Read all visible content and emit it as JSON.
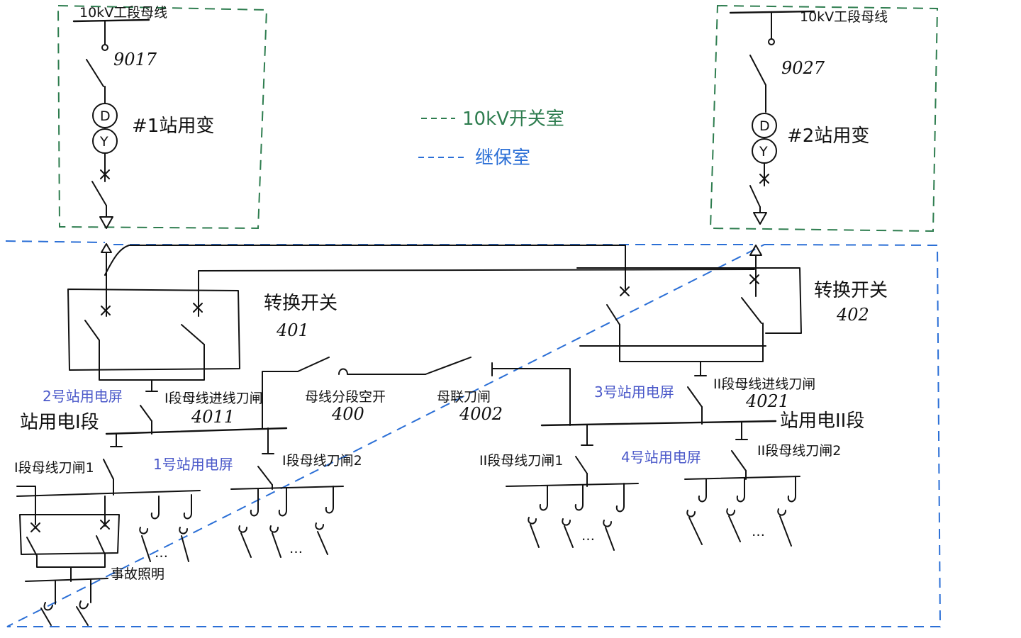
{
  "colors": {
    "ink": "#111111",
    "switchgear_room": "#2e7d4f",
    "relay_room": "#2b6fd6",
    "panel_label": "#4a58c9"
  },
  "legend": {
    "switchgear_room": "10kV开关室",
    "relay_room": "继保室"
  },
  "left": {
    "bus": "10kV工段母线",
    "switch": "9017",
    "transformer": "#1站用变"
  },
  "right": {
    "bus": "10kV工段母线",
    "switch": "9027",
    "transformer": "#2站用变"
  },
  "transformer_winding": {
    "delta": "D",
    "wye": "Y"
  },
  "transfer_switch_1": {
    "name": "转换开关",
    "number": "401"
  },
  "transfer_switch_2": {
    "name": "转换开关",
    "number": "402"
  },
  "panels": {
    "p1": "1号站用电屏",
    "p2": "2号站用电屏",
    "p3": "3号站用电屏",
    "p4": "4号站用电屏"
  },
  "sections": {
    "s1": "站用电I段",
    "s2": "站用电II段"
  },
  "switches": {
    "inc1": {
      "name": "I段母线进线刀闸",
      "number": "4011"
    },
    "inc2": {
      "name": "II段母线进线刀闸",
      "number": "4021"
    },
    "sectionalizer": {
      "name": "母线分段空开",
      "number": "400"
    },
    "tie": {
      "name": "母联刀闸",
      "number": "4002"
    },
    "b1k1": "I段母线刀闸1",
    "b1k2": "I段母线刀闸2",
    "b2k1": "II段母线刀闸1",
    "b2k2": "II段母线刀闸2",
    "emergency": "事故照明"
  },
  "ellipsis": "…"
}
